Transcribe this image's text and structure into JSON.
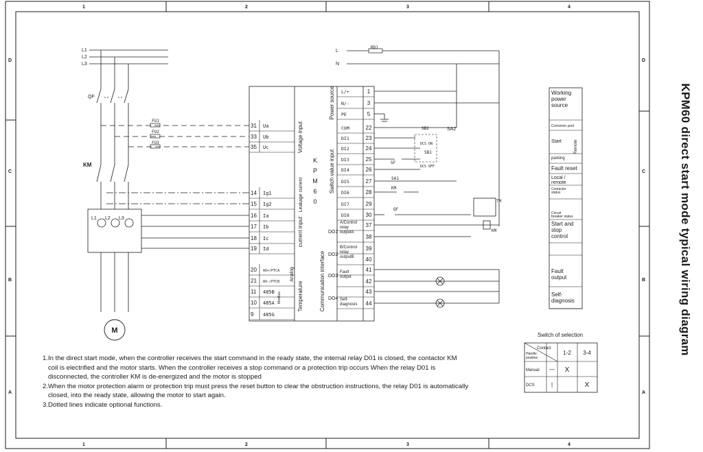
{
  "frame": {
    "columns": [
      "1",
      "2",
      "3",
      "4"
    ],
    "rows": [
      "D",
      "C",
      "B",
      "A"
    ]
  },
  "title": "KPM60 direct start mode typical wiring diagram",
  "lines": {
    "l1": "L1",
    "l2": "L2",
    "l3": "L3",
    "l": "L",
    "n": "N"
  },
  "components": {
    "qf": "QF",
    "km": "KM",
    "fu1": "FU1",
    "fu2": "FU2",
    "fu3": "FU3",
    "rd1": "RD1",
    "ct": [
      "L1",
      "L2",
      "L3"
    ],
    "motor": "M",
    "k_letters": [
      "K",
      "P",
      "M",
      "6",
      "0"
    ]
  },
  "terminals_left": [
    {
      "num": "31",
      "sig": "Ua"
    },
    {
      "num": "33",
      "sig": "Ub"
    },
    {
      "num": "35",
      "sig": "Uc"
    },
    {
      "num": "14",
      "sig": "Ig1"
    },
    {
      "num": "15",
      "sig": "Ig2"
    },
    {
      "num": "16",
      "sig": "Ia"
    },
    {
      "num": "17",
      "sig": "Ib"
    },
    {
      "num": "18",
      "sig": "Ic"
    },
    {
      "num": "19",
      "sig": "Id"
    },
    {
      "num": "20",
      "sig": "AO+/PTCA"
    },
    {
      "num": "21",
      "sig": "AO-/PTCB"
    },
    {
      "num": "11",
      "sig": "485B"
    },
    {
      "num": "10",
      "sig": "485A"
    },
    {
      "num": "9",
      "sig": "485G"
    }
  ],
  "group_labels_left": {
    "voltage": "Voltage input",
    "leakage": "Leakage current",
    "current": "current input",
    "analog": "Analog",
    "temperature": "Temperature",
    "modbus": "Modbus",
    "comm": "Communication interface"
  },
  "terminals_right": [
    {
      "num": "1",
      "sig": "L/+"
    },
    {
      "num": "3",
      "sig": "N/-"
    },
    {
      "num": "5",
      "sig": "PE"
    },
    {
      "num": "22",
      "sig": "COM"
    },
    {
      "num": "23",
      "sig": "DI1"
    },
    {
      "num": "24",
      "sig": "DI2"
    },
    {
      "num": "25",
      "sig": "DI3"
    },
    {
      "num": "26",
      "sig": "DI4"
    },
    {
      "num": "27",
      "sig": "DI5"
    },
    {
      "num": "28",
      "sig": "DI6"
    },
    {
      "num": "29",
      "sig": "DI7"
    },
    {
      "num": "30",
      "sig": "DI8"
    },
    {
      "num": "37",
      "sig": ""
    },
    {
      "num": "38",
      "sig": ""
    },
    {
      "num": "39",
      "sig": ""
    },
    {
      "num": "40",
      "sig": ""
    },
    {
      "num": "41",
      "sig": ""
    },
    {
      "num": "42",
      "sig": ""
    },
    {
      "num": "43",
      "sig": ""
    },
    {
      "num": "44",
      "sig": ""
    }
  ],
  "group_labels_right": {
    "power": "Power source",
    "switch": "Switch value input",
    "do1": "DO1",
    "do2": "DO2",
    "do3": "DO3",
    "do4": "DO4",
    "do1_desc": [
      "A/Control",
      "relay",
      "outputA"
    ],
    "do2_desc": [
      "B/Control",
      "relay",
      "outputB"
    ],
    "do3_desc": [
      "Fault",
      "output"
    ],
    "do4_desc": [
      "Self-",
      "diagnosis"
    ]
  },
  "switch_labels": {
    "sb2": "SB2",
    "sa2": "SA2",
    "sb1": "SB1",
    "dcs_on": "DCS ON",
    "dcs_off": "DCS OFF",
    "sf": "SF",
    "sa1": "SA1",
    "km": "KM",
    "qf": "QF",
    "tm": "TM",
    "km_coil": "KM"
  },
  "legend": [
    {
      "text": "Working power source"
    },
    {
      "text": "Common port"
    },
    {
      "text": "Start"
    },
    {
      "text": "Remote"
    },
    {
      "text": "parking"
    },
    {
      "text": "Fault reset"
    },
    {
      "text": "Local / remote"
    },
    {
      "text": "Contactor status"
    },
    {
      "text": "Circuit breaker status"
    },
    {
      "text": "Start and stop control"
    },
    {
      "text": "Fault output"
    },
    {
      "text": "Self- diagnosis"
    }
  ],
  "selection_table": {
    "title": "Switch of selection",
    "hdr_contact": "Contact",
    "hdr_handle": "Handle position",
    "cols": [
      "1-2",
      "3-4"
    ],
    "rows": [
      {
        "label": "Manual",
        "sym": "—",
        "c12": "X",
        "c34": ""
      },
      {
        "label": "DCS",
        "sym": "|",
        "c12": "",
        "c34": "X"
      }
    ]
  },
  "notes": [
    "1.In the direct start mode, when the controller receives the start command in the ready state, the internal relay D01 is closed, the contactor KM",
    "   coil is electrified and the motor starts. When the controller receives a stop command or a protection trip occurs When the relay D01 is",
    "   disconnected, the controller KM is de-energized and the motor is stopped",
    "2.When the motor protection alarm or protection trip must press the reset button to clear the obstruction instructions, the relay D01 is automatically",
    "   closed, into the ready state, allowing the motor to start again.",
    "3.Dotted lines indicate optional functions."
  ]
}
